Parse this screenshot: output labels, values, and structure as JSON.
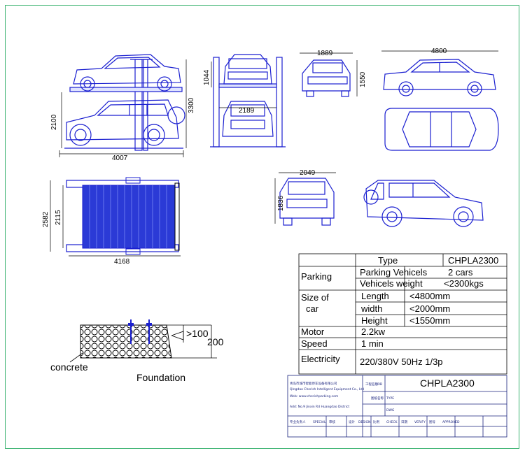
{
  "dimensions": {
    "side_width": "4007",
    "side_h_total": "3300",
    "side_h_lower": "2100",
    "front_clearance": "1044",
    "front_width": "2189",
    "car_front_width": "1889",
    "car_front_height": "1550",
    "car_side_length": "4800",
    "suv_front_width": "2049",
    "suv_front_height": "1836",
    "plan_length": "4168",
    "plan_width_outer": "2582",
    "plan_width_inner": "2115"
  },
  "foundation": {
    "depth_top": ">100",
    "depth_total": "200",
    "concrete_label": "concrete",
    "title": "Foundation"
  },
  "spec_table": {
    "header_type": "Type",
    "model": "CHPLA2300",
    "rows": {
      "parking_label": "Parking",
      "parking_vehicles_label": "Parking Vehicels",
      "parking_vehicles_value": "2 cars",
      "vehicle_weight_label": "Vehicels weight",
      "vehicle_weight_value": "<2300kgs",
      "size_label_1": "Size  of",
      "size_label_2": "car",
      "length_label": "Length",
      "length_value": "<4800mm",
      "width_label": "width",
      "width_value": "<2000mm",
      "height_label": "Height",
      "height_value": "<1550mm",
      "motor_label": "Motor",
      "motor_value": "2.2kw",
      "speed_label": "Speed",
      "speed_value": "1 min",
      "electricity_label": "Electricity",
      "electricity_value": "220/380V  50Hz  1/3p"
    }
  },
  "title_block": {
    "model": "CHPLA2300",
    "company_line_1": "青岛市城市智能停车设备有限公司",
    "company_line_2": "Qingdao Cherish Intelligent Equipment Co., Ltd",
    "web": "Web: www.cherishparking.com",
    "address": "Add: No.9 Jinxin Rd Huangdao District",
    "project_label": "工程名称",
    "job_label": "JOB",
    "drawing_label": "图纸名称",
    "type_label": "TYPE",
    "dwg_label": "DWG",
    "footer_cells": [
      "专业负责人",
      "SPECIAL",
      "审核",
      "设计",
      "DESIGN",
      "比例",
      "CHECK",
      "日期",
      "VERIFY",
      "图号",
      "APPROVED"
    ]
  },
  "colors": {
    "drawing_blue": "#1a1fd0",
    "fill_blue": "#2b3ad6",
    "border_green": "#3cb371",
    "title_block_blue": "#1a237e"
  }
}
